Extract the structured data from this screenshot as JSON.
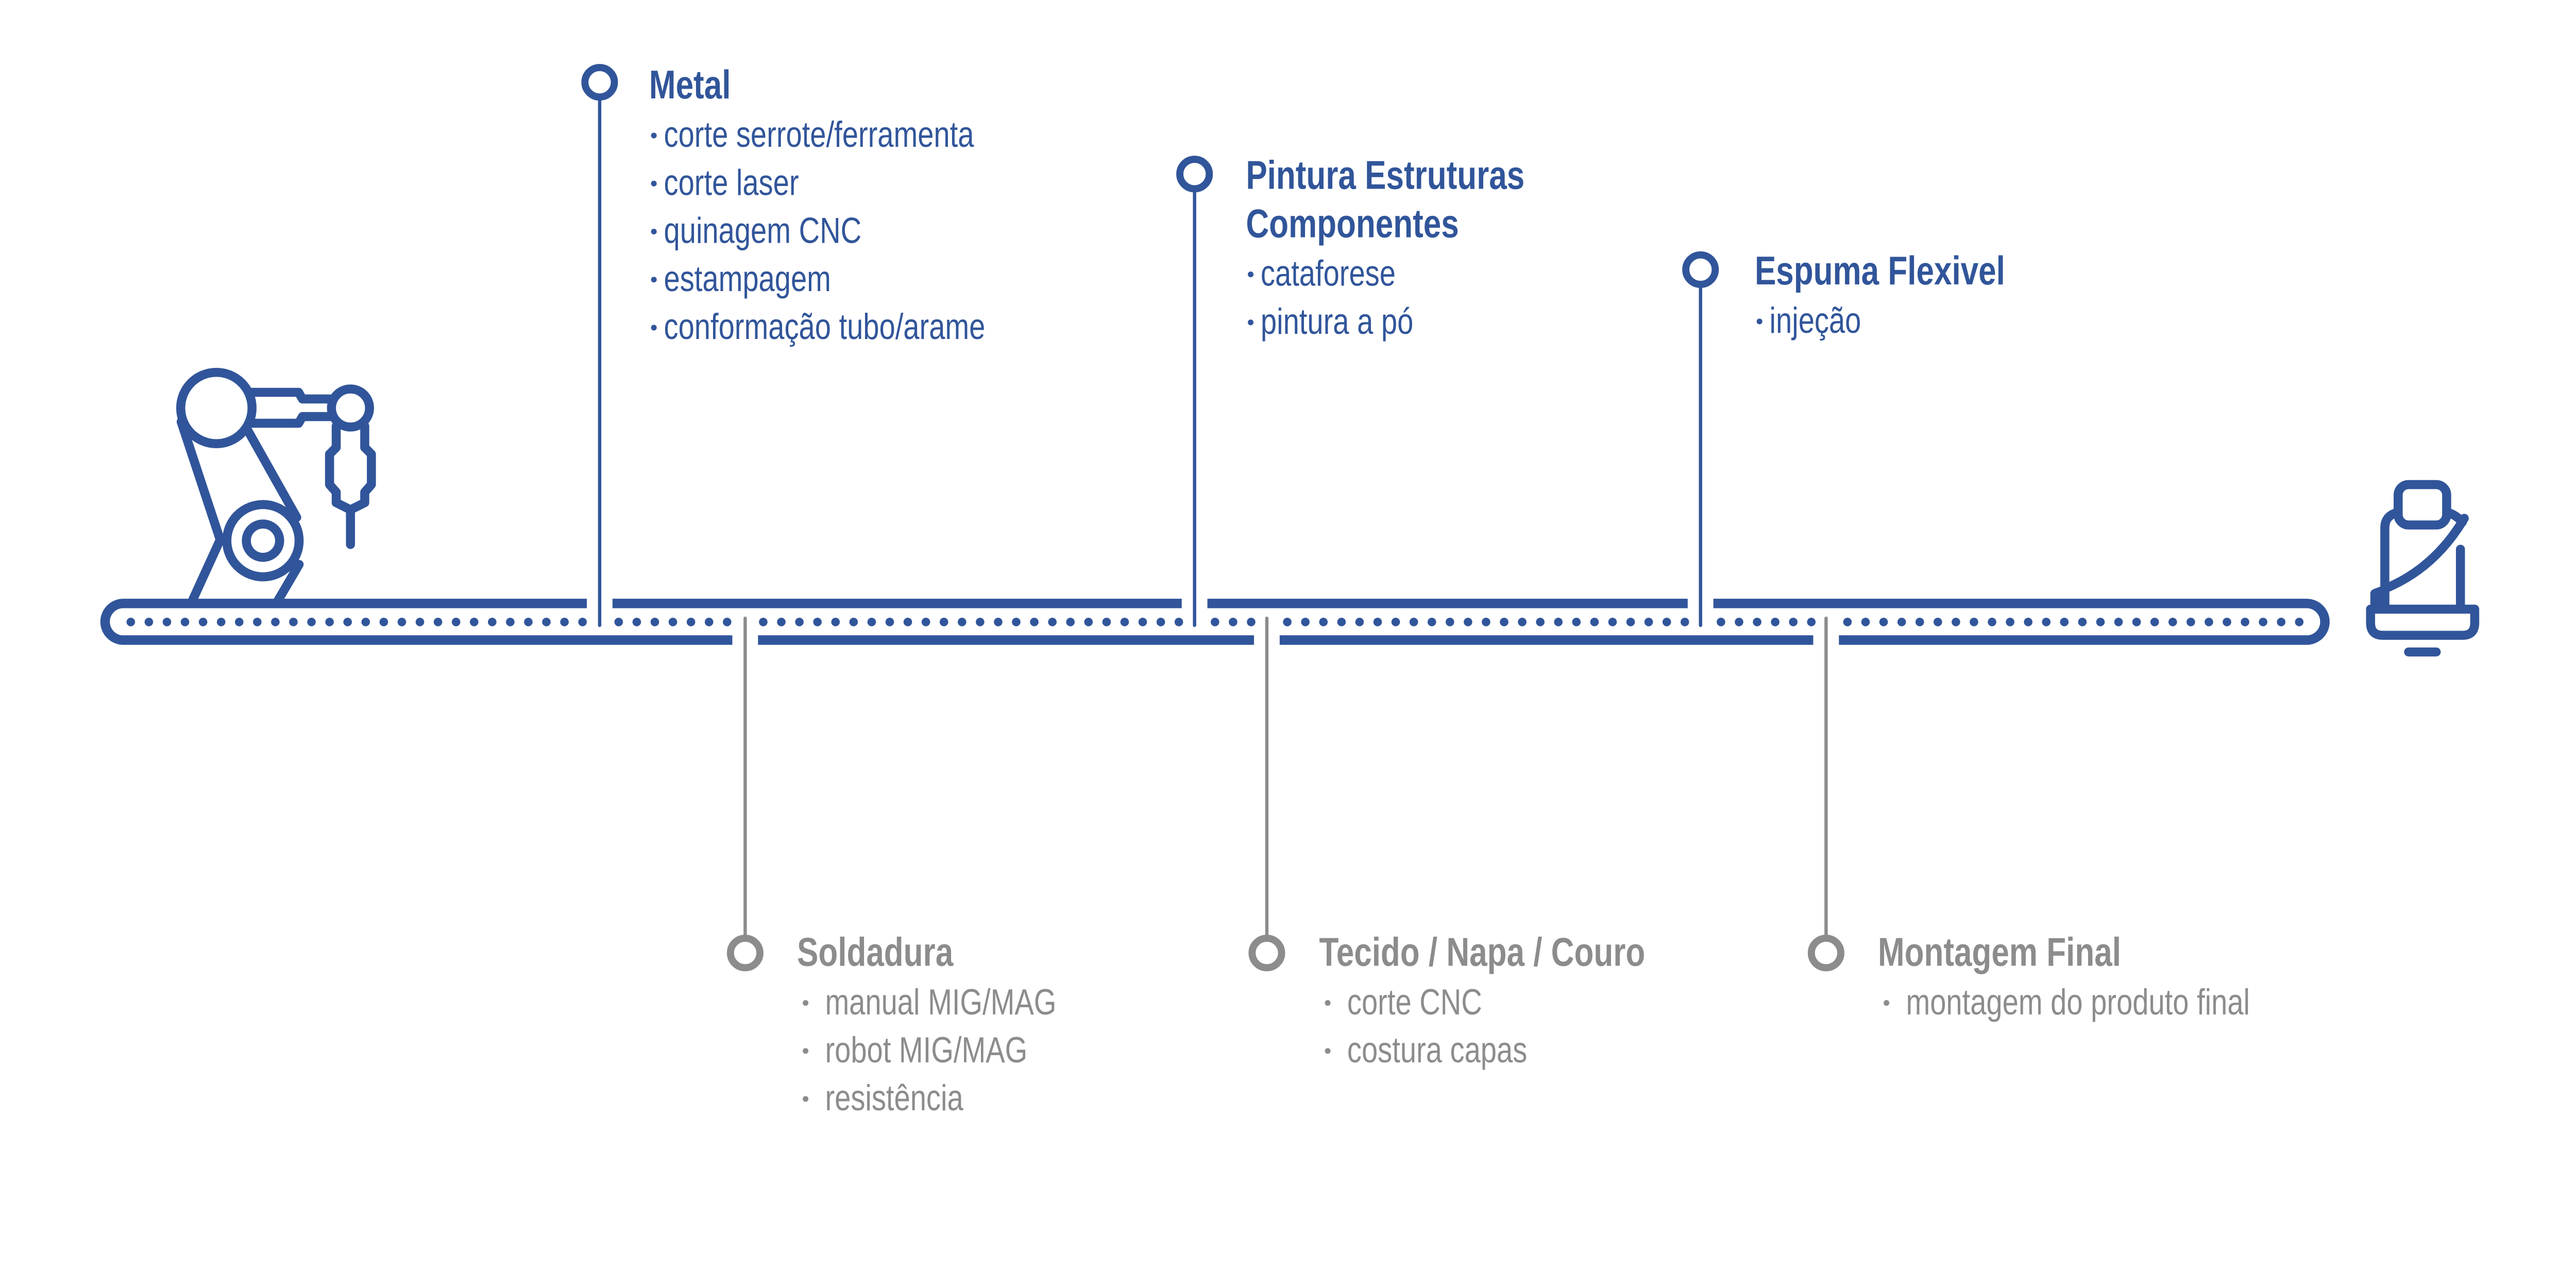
{
  "colors": {
    "primary": "#31559a",
    "secondary": "#8c8c8c"
  },
  "icons": {
    "start": "robot-arm-icon",
    "end": "car-seat-icon"
  },
  "upper_stages": [
    {
      "title": [
        "Metal"
      ],
      "items": [
        "corte serrote/ferramenta",
        "corte laser",
        "quinagem CNC",
        "estampagem",
        "conformação tubo/arame"
      ]
    },
    {
      "title": [
        "Pintura Estruturas",
        "Componentes"
      ],
      "items": [
        "cataforese",
        "pintura a pó"
      ]
    },
    {
      "title": [
        "Espuma Flexivel"
      ],
      "items": [
        "injeção"
      ]
    }
  ],
  "lower_stages": [
    {
      "title": [
        "Soldadura"
      ],
      "items": [
        "manual MIG/MAG",
        "robot MIG/MAG",
        "resistência"
      ]
    },
    {
      "title": [
        "Tecido / Napa / Couro"
      ],
      "items": [
        "corte CNC",
        "costura capas"
      ]
    },
    {
      "title": [
        "Montagem Final"
      ],
      "items": [
        "montagem do produto final"
      ]
    }
  ]
}
